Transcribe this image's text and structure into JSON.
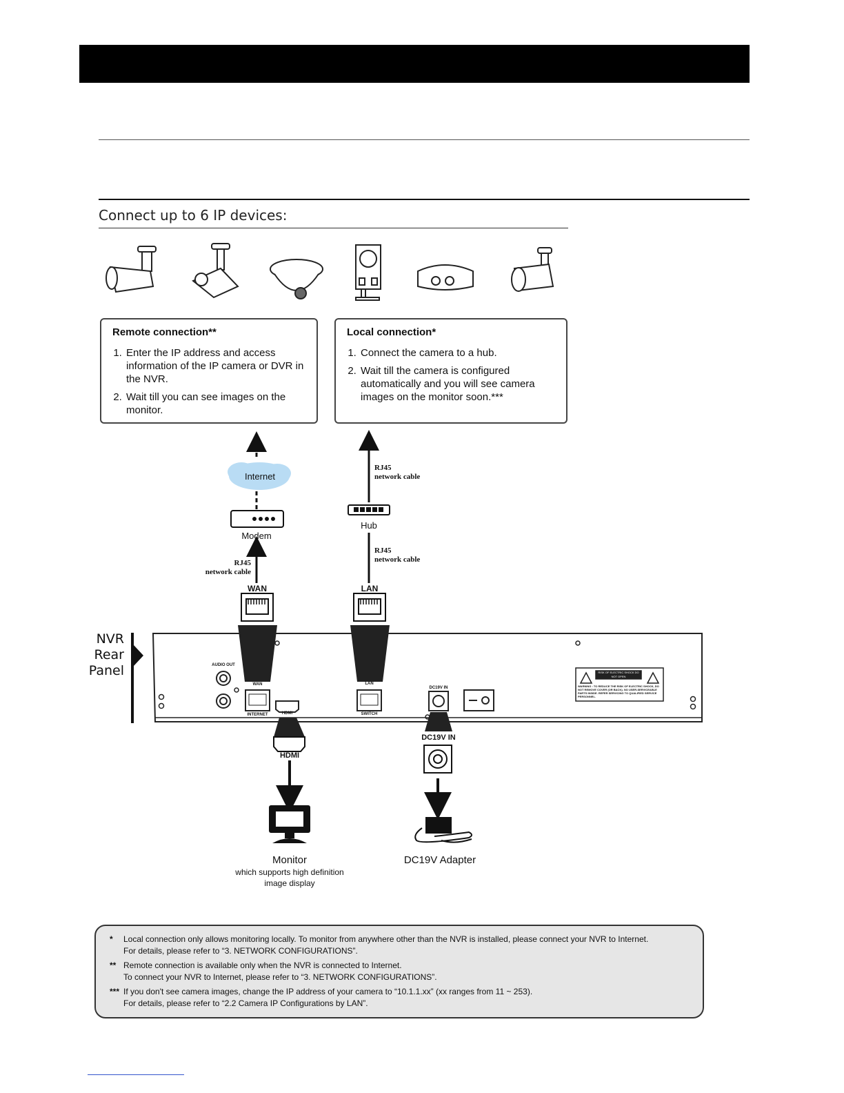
{
  "subtitle": "Connect up to 6 IP devices:",
  "cameras": [
    "bullet-camera",
    "box-camera",
    "dome-camera",
    "cube-camera",
    "vehicle-camera",
    "bullet-camera-2"
  ],
  "remote_box": {
    "title": "Remote connection**",
    "steps": [
      "Enter the IP address and access information of the IP camera or DVR in the NVR.",
      "Wait till you can see images on the monitor."
    ]
  },
  "local_box": {
    "title": "Local connection*",
    "steps": [
      "Connect the camera to a hub.",
      "Wait till the camera is configured automatically and you will see camera images on the monitor soon.***"
    ]
  },
  "labels": {
    "internet": "Internet",
    "modem": "Modem",
    "hub": "Hub",
    "rj45_line1": "RJ45",
    "rj45_line2": "network cable",
    "wan": "WAN",
    "lan": "LAN",
    "nvr_line1": "NVR",
    "nvr_line2": "Rear",
    "nvr_line3": "Panel",
    "hdmi": "HDMI",
    "dc_in": "DC19V IN",
    "monitor": "Monitor",
    "monitor_desc_1": "which supports high definition",
    "monitor_desc_2": "image display",
    "adapter": "DC19V Adapter"
  },
  "panel_labels": {
    "audio_out": "AUDIO OUT",
    "wan": "WAN",
    "internet": "INTERNET",
    "hdmi": "HDMI",
    "lan": "LAN",
    "switch": "SWITCH",
    "dc_in": "DC19V IN",
    "warning_head": "RISK OF ELECTRIC SHOCK DO NOT OPEN",
    "warning_text": "WARNING : TO REDUCE THE RISK OF ELECTRIC SHOCK, DO NOT REMOVE COVER (OR BACK). NO USER-SERVICEABLE PARTS INSIDE. REFER SERVICING TO QUALIFIED SERVICE PERSONNEL."
  },
  "notes": [
    {
      "mark": "*",
      "line1": "Local connection only allows monitoring locally. To monitor from anywhere other than the NVR is installed, please connect your NVR to Internet.",
      "line2": "For details, please refer to “3. NETWORK CONFIGURATIONS”."
    },
    {
      "mark": "**",
      "line1": "Remote connection is available only when the NVR is connected to Internet.",
      "line2": "To connect your NVR to Internet, please refer to “3. NETWORK CONFIGURATIONS”."
    },
    {
      "mark": "***",
      "line1": "If you don't see camera images, change the IP address of your camera to “10.1.1.xx” (xx ranges from 11 ~ 253).",
      "line2": "For details, please refer to “2.2 Camera IP Configurations by LAN”."
    }
  ]
}
